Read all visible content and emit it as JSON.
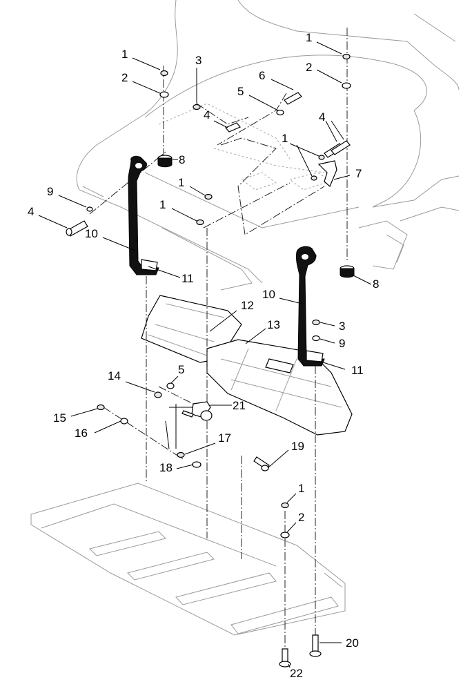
{
  "diagram": {
    "callouts": [
      {
        "id": "c1a",
        "text": "1"
      },
      {
        "id": "c2a",
        "text": "2"
      },
      {
        "id": "c3a",
        "text": "3"
      },
      {
        "id": "c6",
        "text": "6"
      },
      {
        "id": "c5a",
        "text": "5"
      },
      {
        "id": "c1b",
        "text": "1"
      },
      {
        "id": "c2b",
        "text": "2"
      },
      {
        "id": "c4a",
        "text": "4"
      },
      {
        "id": "c4b",
        "text": "4"
      },
      {
        "id": "c8a",
        "text": "8"
      },
      {
        "id": "c1c",
        "text": "1"
      },
      {
        "id": "c7",
        "text": "7"
      },
      {
        "id": "c9a",
        "text": "9"
      },
      {
        "id": "c1d",
        "text": "1"
      },
      {
        "id": "c1e",
        "text": "1"
      },
      {
        "id": "c4c",
        "text": "4"
      },
      {
        "id": "c10a",
        "text": "10"
      },
      {
        "id": "c11a",
        "text": "11"
      },
      {
        "id": "c8b",
        "text": "8"
      },
      {
        "id": "c10b",
        "text": "10"
      },
      {
        "id": "c12",
        "text": "12"
      },
      {
        "id": "c3b",
        "text": "3"
      },
      {
        "id": "c13",
        "text": "13"
      },
      {
        "id": "c9b",
        "text": "9"
      },
      {
        "id": "c11b",
        "text": "11"
      },
      {
        "id": "c14",
        "text": "14"
      },
      {
        "id": "c5b",
        "text": "5"
      },
      {
        "id": "c21",
        "text": "21"
      },
      {
        "id": "c15",
        "text": "15"
      },
      {
        "id": "c16",
        "text": "16"
      },
      {
        "id": "c17",
        "text": "17"
      },
      {
        "id": "c19",
        "text": "19"
      },
      {
        "id": "c18",
        "text": "18"
      },
      {
        "id": "c1f",
        "text": "1"
      },
      {
        "id": "c2c",
        "text": "2"
      },
      {
        "id": "c20",
        "text": "20"
      },
      {
        "id": "c22",
        "text": "22"
      }
    ]
  }
}
